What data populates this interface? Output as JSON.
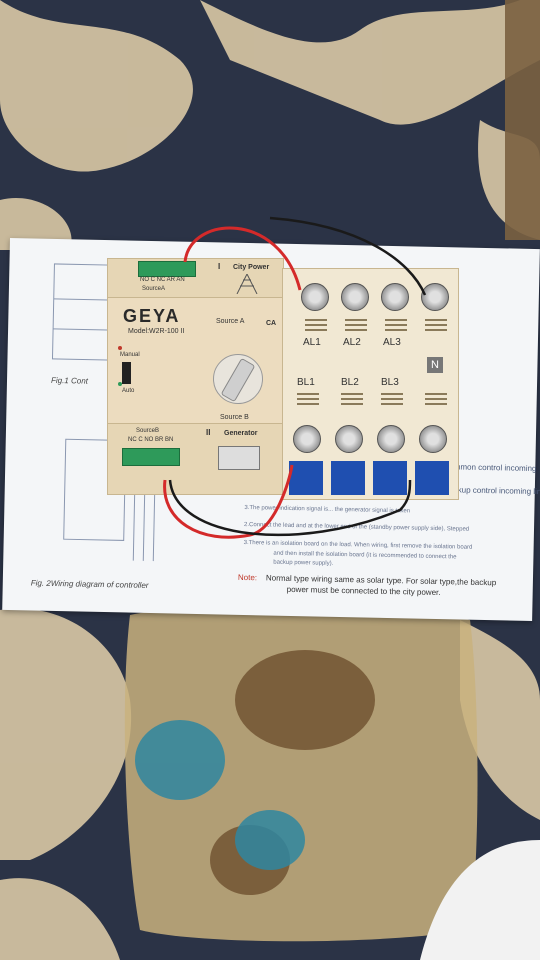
{
  "paper": {
    "fig1_caption": "Fig.1 Cont",
    "fig2_caption": "Fig. 2Wiring diagram of controller",
    "note_label": "Note:",
    "note_text": "Normal type wiring same as solar type.  For solar type,the backup",
    "note_text2": "power must be connected to the city power.",
    "line1": "common control incoming",
    "line2": "backup control incoming line",
    "line3": "3.The power indication signal is... the generator signal is taken",
    "line4": "2.Connect the lead and at the lower end of the (standby power supply side), Stepped",
    "line5": "3.There is an isolation board on the load. When wiring, first remove the isolation board",
    "line6": "and then install the isolation board (it is recommended to connect the",
    "line7": "backup power supply)."
  },
  "device": {
    "brand": "GEYA",
    "model": "Model:W2R-100 II",
    "source_a": "Source A",
    "source_b": "Source B",
    "city_power": "City Power",
    "generator": "Generator",
    "manual": "Manual",
    "auto": "Auto",
    "sourceA_label": "SourceA",
    "sourceB_label": "SourceB",
    "terms_top": "NO C NC AR AN",
    "terms_bottom": "NC C NO BR BN",
    "mark_1": "I",
    "mark_2": "II",
    "ca": "CA",
    "top_row": [
      "AL1",
      "AL2",
      "AL3"
    ],
    "bottom_row": [
      "BL1",
      "BL2",
      "BL3"
    ],
    "neutral": "N"
  },
  "colors": {
    "carpet": "#2b3346",
    "beige": "#d9c8a5",
    "device": "#ecdcbf",
    "wire_red": "#d42a2a",
    "wire_black": "#1a1a1a",
    "terminal_green": "#2e9a5a",
    "blue": "#1f4fb0"
  }
}
